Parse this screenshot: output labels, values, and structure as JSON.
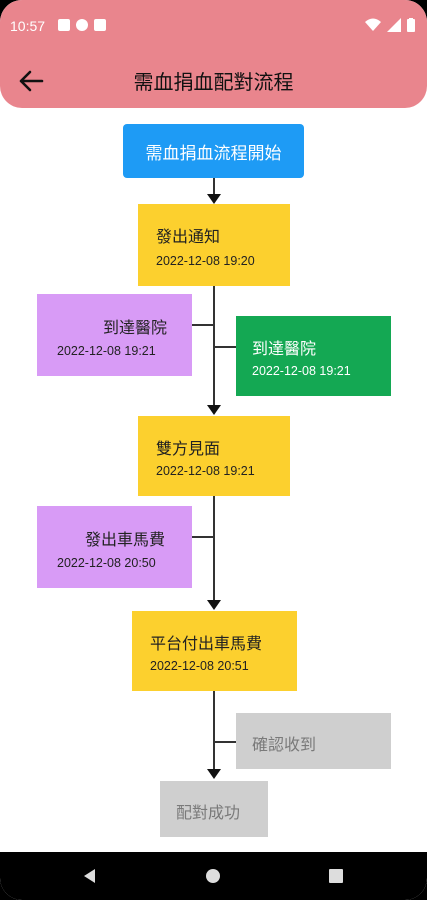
{
  "status_bar": {
    "time": "10:57"
  },
  "app_bar": {
    "title": "需血捐血配對流程"
  },
  "flow": {
    "start": "需血捐血流程開始",
    "notify": {
      "label": "發出通知",
      "time": "2022-12-08 19:20"
    },
    "arrive_left": {
      "label": "到達醫院",
      "time": "2022-12-08 19:21"
    },
    "arrive_right": {
      "label": "到達醫院",
      "time": "2022-12-08 19:21"
    },
    "meet": {
      "label": "雙方見面",
      "time": "2022-12-08 19:21"
    },
    "fare": {
      "label": "發出車馬費",
      "time": "2022-12-08 20:50"
    },
    "platform_fare": {
      "label": "平台付出車馬費",
      "time": "2022-12-08 20:51"
    },
    "confirm": {
      "label": "確認收到"
    },
    "success": {
      "label": "配對成功"
    }
  },
  "colors": {
    "appbar": "#e9858d",
    "start": "#1e9bf5",
    "yellow": "#fcd02e",
    "purple": "#d89bf6",
    "green": "#14a853",
    "grey": "#cfcfcf"
  }
}
